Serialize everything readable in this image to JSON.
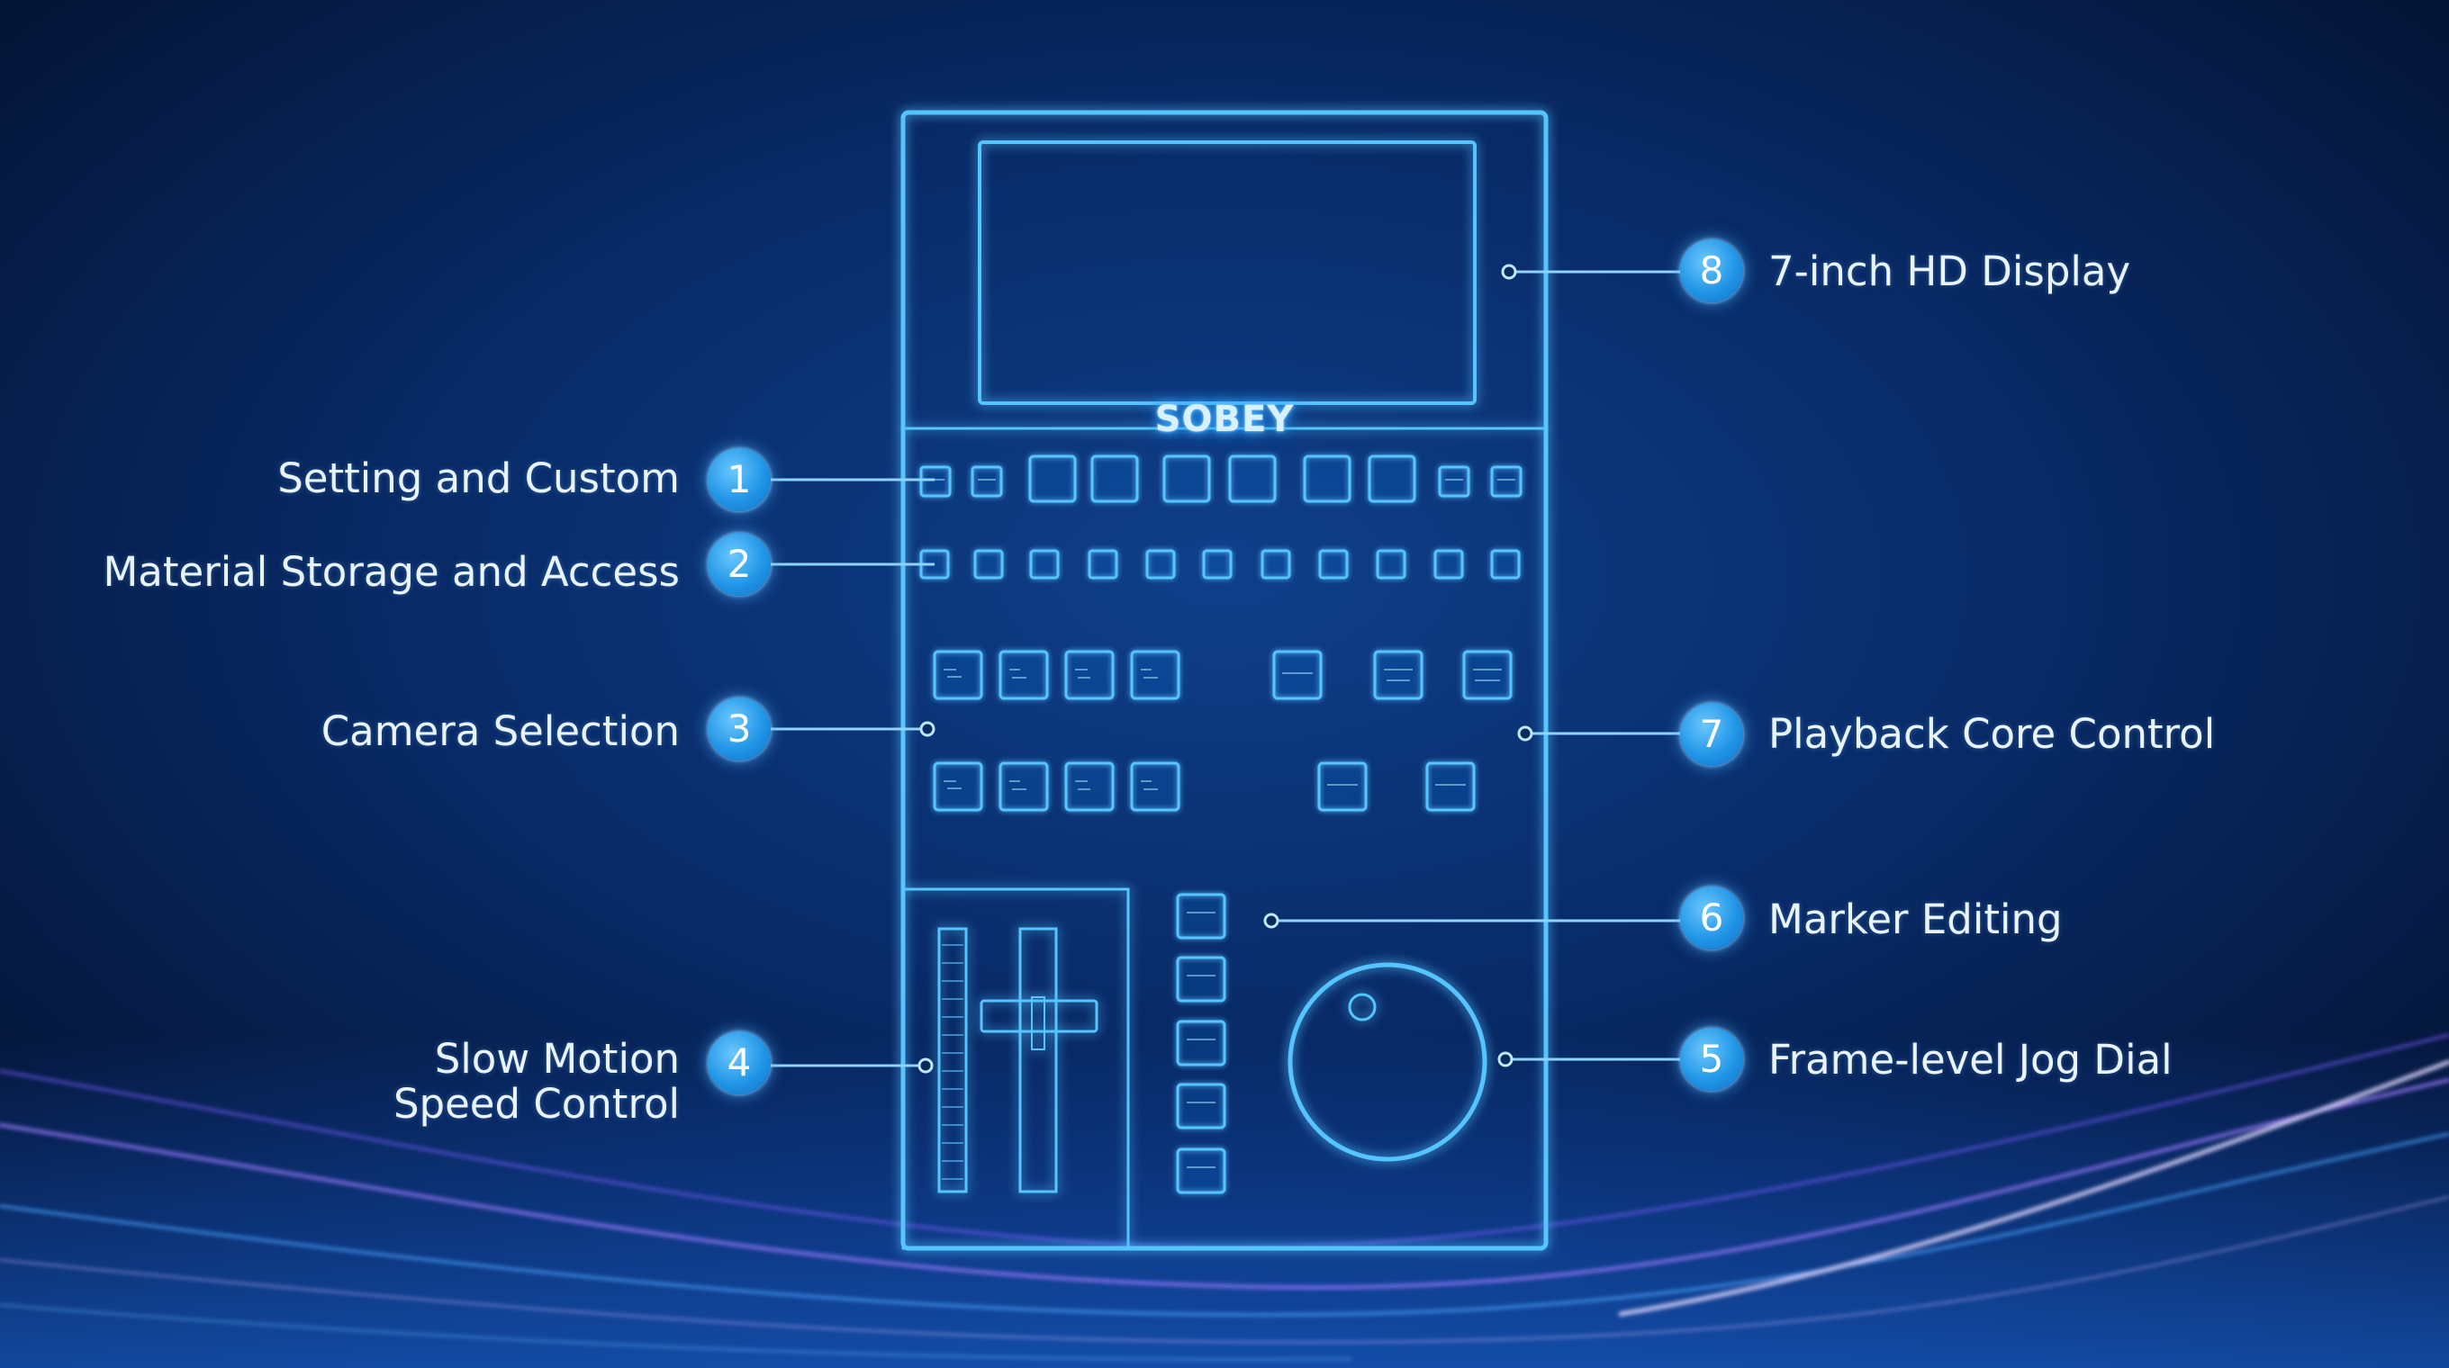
{
  "brand": "SOBEY",
  "colors": {
    "background": "#04122e",
    "glow": "#3cb4ff",
    "badge": "#2196e6",
    "label": "#eaf4ff"
  },
  "callouts": [
    {
      "number": "1",
      "label": "Setting and Custom"
    },
    {
      "number": "2",
      "label": "Material Storage and Access"
    },
    {
      "number": "3",
      "label": "Camera Selection"
    },
    {
      "number": "4",
      "label": "Slow Motion Speed Control",
      "lines": [
        "Slow Motion",
        "Speed Control"
      ]
    },
    {
      "number": "5",
      "label": "Frame-level Jog Dial"
    },
    {
      "number": "6",
      "label": "Marker Editing"
    },
    {
      "number": "7",
      "label": "Playback Core Control"
    },
    {
      "number": "8",
      "label": "7-inch HD Display"
    }
  ]
}
